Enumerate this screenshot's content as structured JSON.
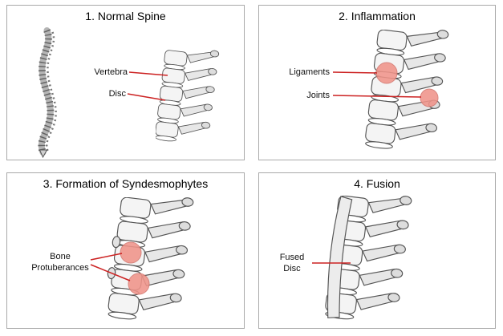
{
  "panels": [
    {
      "title": "1. Normal Spine",
      "labels": [
        {
          "text": "Vertebra"
        },
        {
          "text": "Disc"
        }
      ]
    },
    {
      "title": "2. Inflammation",
      "labels": [
        {
          "text": "Ligaments"
        },
        {
          "text": "Joints"
        }
      ]
    },
    {
      "title": "3. Formation of Syndesmophytes",
      "labels": [
        {
          "text": "Bone Protuberances"
        }
      ]
    },
    {
      "title": "4. Fusion",
      "labels": [
        {
          "text": "Fused Disc"
        }
      ]
    }
  ],
  "colors": {
    "annotation": "#cc2222",
    "highlight": "#f0948a",
    "highlight-edge": "#d4766e",
    "border": "#a9a9a9"
  }
}
